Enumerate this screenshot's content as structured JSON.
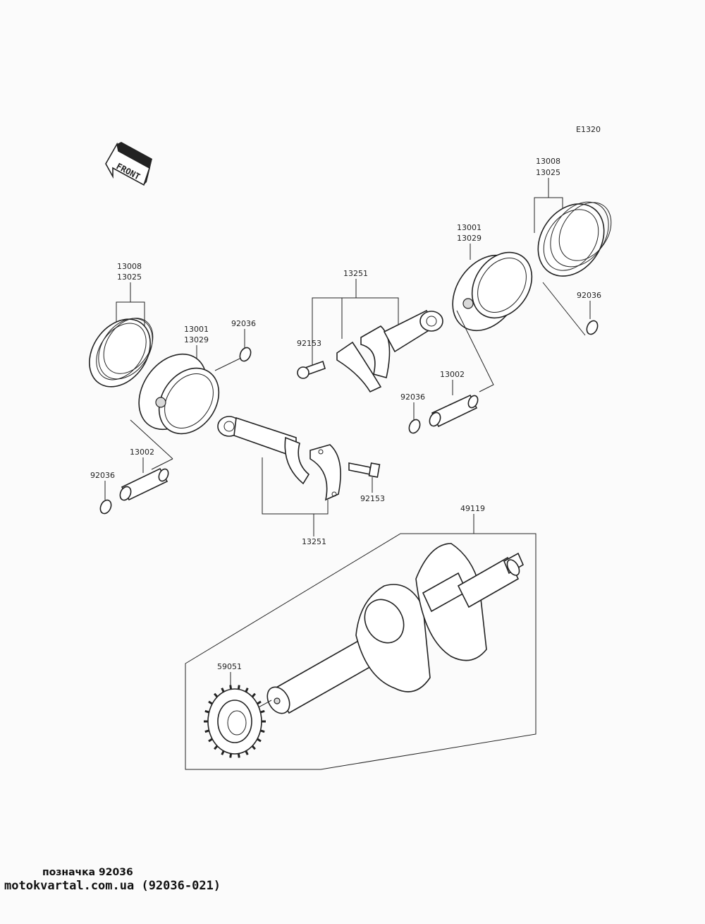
{
  "diagram_code": "E1320",
  "front_label": "FRONT",
  "labels": {
    "ring_set_left": "13008",
    "ring_set_left_alt": "13025",
    "piston_left": "13001",
    "piston_left_alt": "13029",
    "circlip_left_upper": "92036",
    "rod_bolt_upper": "92153",
    "rod_upper": "13251",
    "piston_right": "13001",
    "piston_right_alt": "13029",
    "ring_set_right": "13008",
    "ring_set_right_alt": "13025",
    "circlip_right_upper": "92036",
    "pin_right": "13002",
    "circlip_right_lower": "92036",
    "pin_left": "13002",
    "circlip_left_lower": "92036",
    "rod_bolt_lower": "92153",
    "rod_lower": "13251",
    "crankshaft": "49119",
    "gear": "59051"
  },
  "caption": {
    "title": "позначка 92036",
    "source": "motokvartal.com.ua (92036-021)"
  }
}
